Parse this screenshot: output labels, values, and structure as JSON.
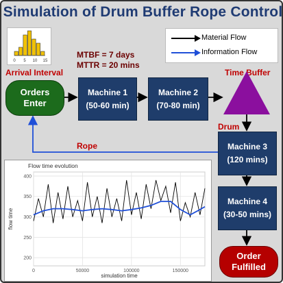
{
  "title": "Simulation of Drum Buffer Rope Control",
  "legend": {
    "material_flow": "Material Flow",
    "information_flow": "Information Flow",
    "material_color": "#000000",
    "information_color": "#1f4fd8"
  },
  "arrival_interval_label": "Arrival Interval",
  "histogram": {
    "tick_labels": [
      "0",
      "5",
      "10",
      "15"
    ],
    "bar_heights": [
      1,
      2,
      5,
      6,
      4,
      3,
      1
    ],
    "bar_color": "#f2c200"
  },
  "mtbf_label": "MTBF = 7 days",
  "mttr_label": "MTTR = 20 mins",
  "orders_enter": {
    "line1": "Orders",
    "line2": "Enter"
  },
  "machines": [
    {
      "name": "Machine 1",
      "detail": "(50-60 min)"
    },
    {
      "name": "Machine 2",
      "detail": "(70-80 min)"
    },
    {
      "name": "Machine 3",
      "detail": "(120 mins)"
    },
    {
      "name": "Machine 4",
      "detail": "(30-50 mins)"
    }
  ],
  "time_buffer_label": "Time Buffer",
  "drum_label": "Drum",
  "rope_label": "Rope",
  "order_fulfilled": {
    "line1": "Order",
    "line2": "Fulfilled"
  },
  "colors": {
    "machine": "#1f3d6b",
    "orders_enter": "#1c6b1c",
    "order_fulfilled": "#b50000",
    "time_buffer": "#8b0f9e",
    "accent_red": "#c00000"
  },
  "chart_data": {
    "type": "line",
    "title": "Flow time evolution",
    "xlabel": "simulation time",
    "ylabel": "flow time",
    "xlim": [
      0,
      175000
    ],
    "ylim": [
      180,
      410
    ],
    "x_ticks": [
      0,
      50000,
      100000,
      150000
    ],
    "x_tick_labels": [
      "0",
      "50000",
      "100000",
      "150000"
    ],
    "y_ticks": [
      200,
      250,
      300,
      350,
      400
    ],
    "y_tick_labels": [
      "200",
      "250",
      "300",
      "350",
      "400"
    ],
    "grid": true,
    "series": [
      {
        "color": "#000000",
        "x": [
          0,
          5000,
          10000,
          15000,
          20000,
          25000,
          30000,
          35000,
          40000,
          45000,
          50000,
          55000,
          60000,
          65000,
          70000,
          75000,
          80000,
          85000,
          90000,
          95000,
          100000,
          105000,
          110000,
          115000,
          120000,
          125000,
          130000,
          135000,
          140000,
          145000,
          150000,
          155000,
          160000,
          165000,
          170000,
          175000
        ],
        "y": [
          290,
          345,
          300,
          380,
          285,
          360,
          295,
          375,
          300,
          340,
          290,
          385,
          300,
          350,
          285,
          370,
          300,
          345,
          290,
          390,
          305,
          360,
          295,
          380,
          320,
          390,
          340,
          375,
          310,
          385,
          290,
          335,
          300,
          360,
          305,
          370
        ]
      },
      {
        "color": "#1f4fd8",
        "x": [
          0,
          10000,
          20000,
          30000,
          40000,
          50000,
          60000,
          70000,
          80000,
          90000,
          100000,
          110000,
          120000,
          130000,
          140000,
          150000,
          160000,
          170000,
          175000
        ],
        "y": [
          305,
          315,
          320,
          320,
          318,
          315,
          318,
          320,
          318,
          315,
          318,
          322,
          328,
          338,
          338,
          318,
          305,
          318,
          325
        ]
      }
    ]
  }
}
